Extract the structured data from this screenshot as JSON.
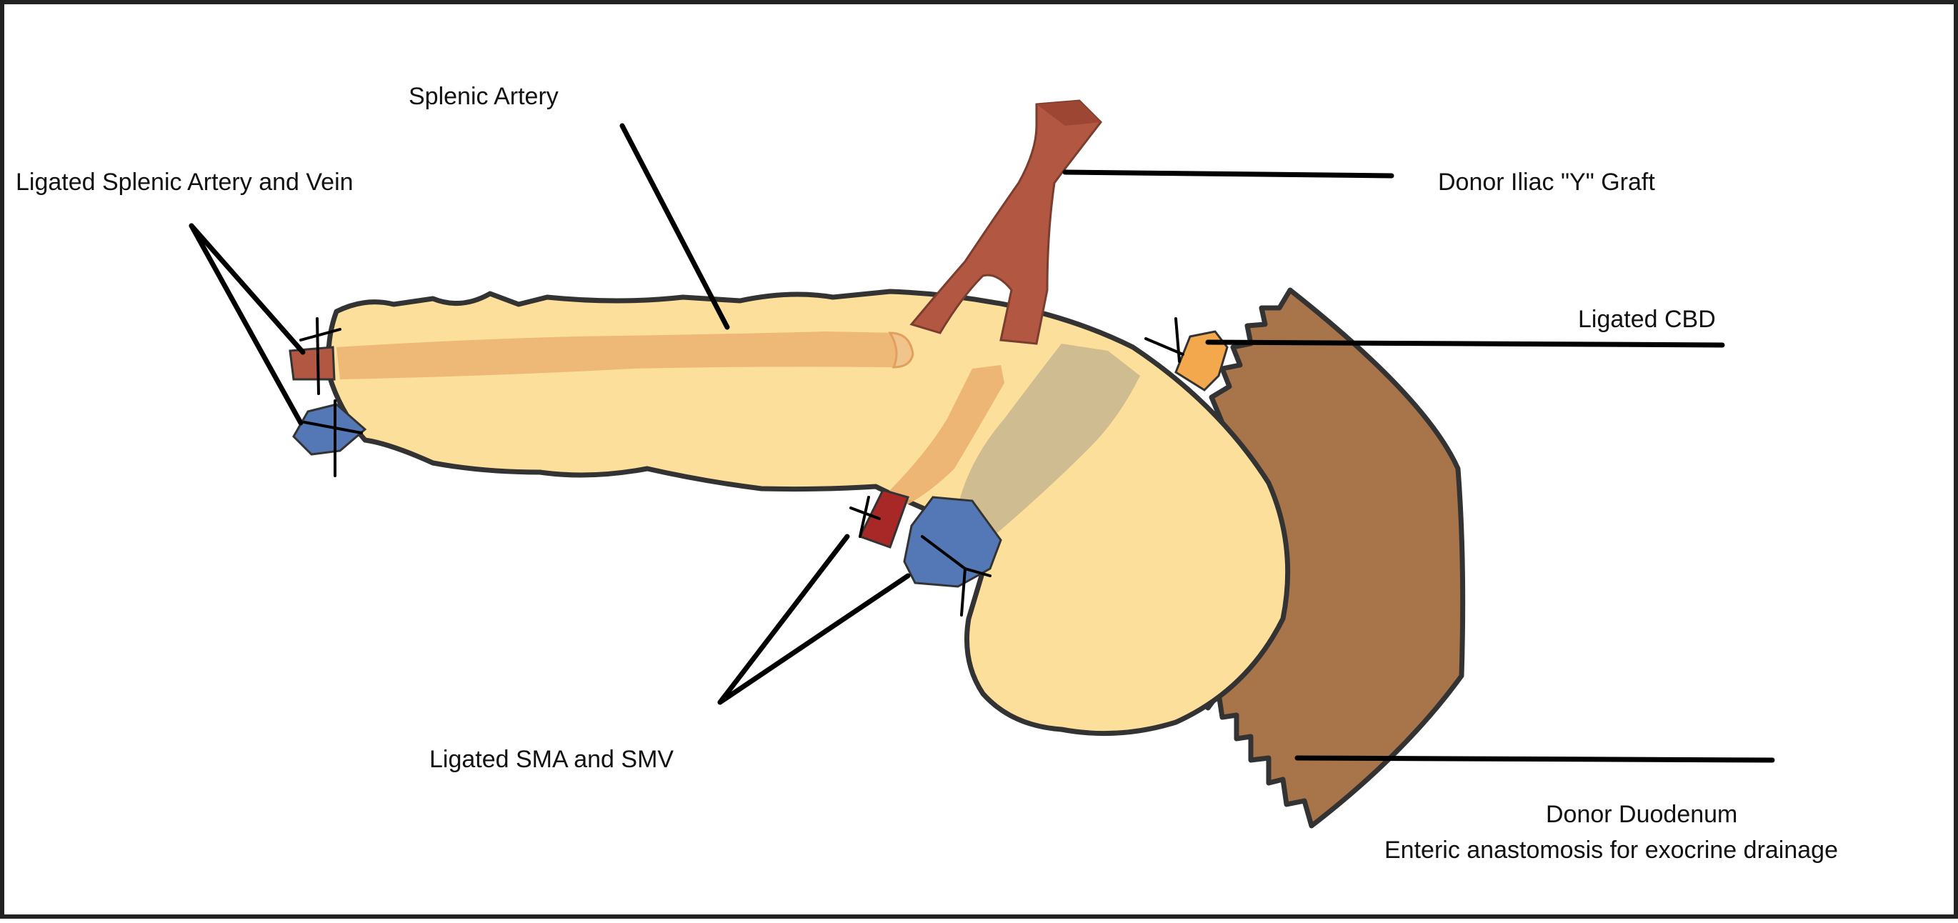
{
  "labels": {
    "splenic_artery": "Splenic Artery",
    "ligated_splenic": "Ligated Splenic Artery and Vein",
    "donor_iliac": "Donor Iliac \"Y\" Graft",
    "ligated_cbd": "Ligated CBD",
    "ligated_sma_smv": "Ligated SMA and SMV",
    "donor_duodenum": "Donor Duodenum",
    "enteric_anastomosis": "Enteric anastomosis for exocrine drainage"
  },
  "colors": {
    "pancreas": "#FDDF9C",
    "splenic_artery_inside": "#EBB170",
    "artery_graft": "#B25742",
    "vein": "#5477B5",
    "sma": "#A82828",
    "duodenum": "#A8744A",
    "cbd": "#F4A84E",
    "outline": "#333333"
  }
}
